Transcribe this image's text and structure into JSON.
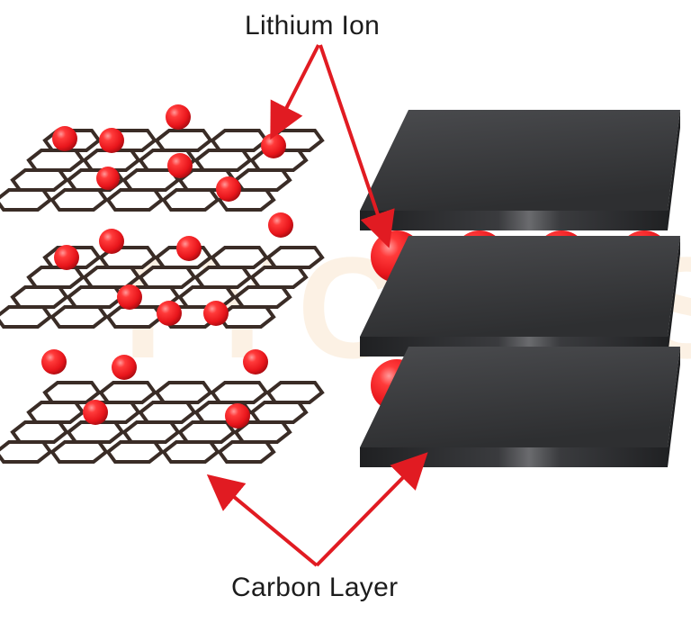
{
  "labels": {
    "lithium_ion": "Lithium Ion",
    "carbon_layer": "Carbon Layer"
  },
  "watermark": {
    "text": "TYCORS"
  },
  "colors": {
    "ion": "#e8151b",
    "ion_highlight": "#ff8a8a",
    "lattice": "#3a2c26",
    "plate_top": "#3c3d3f",
    "plate_edge": "#2a2b2d",
    "arrow": "#e11b22",
    "watermark": "#f2c48a"
  },
  "icons": {
    "ion": "red-sphere-icon",
    "lattice": "hexagonal-graphene-sheet",
    "plate": "dark-graphite-plate"
  }
}
